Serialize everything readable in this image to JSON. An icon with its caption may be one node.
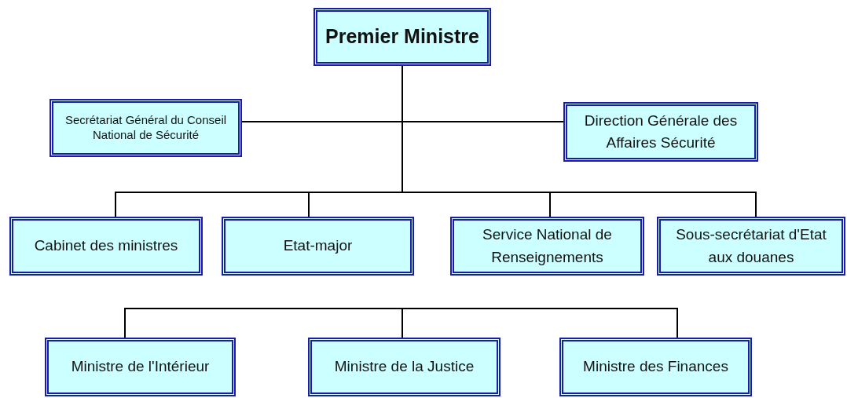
{
  "diagram": {
    "nodes": [
      {
        "text": [
          "Premier Ministre"
        ]
      },
      {
        "text": [
          "Secrétariat Général du Conseil National de Sécurité"
        ]
      },
      {
        "text": [
          "Direction Générale des Affaires Sécurité"
        ]
      },
      {
        "text": [
          "Cabinet des ministres"
        ]
      },
      {
        "text": [
          "Etat-major"
        ]
      },
      {
        "text": [
          "Service National de Renseignements"
        ]
      },
      {
        "text": [
          "Sous-secrétariat d'Etat aux douanes"
        ]
      },
      {
        "text": [
          "Ministre de l'Intérieur"
        ]
      },
      {
        "text": [
          "Ministre de la Justice"
        ]
      },
      {
        "text": [
          "Ministre des Finances"
        ]
      }
    ],
    "edges": [
      {
        "from": 0,
        "to": 1,
        "arrow": "none"
      },
      {
        "from": 0,
        "to": 2,
        "arrow": "none"
      },
      {
        "from": 0,
        "to": 3,
        "arrow": "none"
      },
      {
        "from": 0,
        "to": 4,
        "arrow": "none"
      },
      {
        "from": 0,
        "to": 5,
        "arrow": "none"
      },
      {
        "from": 0,
        "to": 6,
        "arrow": "none"
      },
      {
        "from": null,
        "to": 7,
        "arrow": "none"
      },
      {
        "from": null,
        "to": 8,
        "arrow": "none"
      },
      {
        "from": null,
        "to": 9,
        "arrow": "none"
      }
    ]
  }
}
